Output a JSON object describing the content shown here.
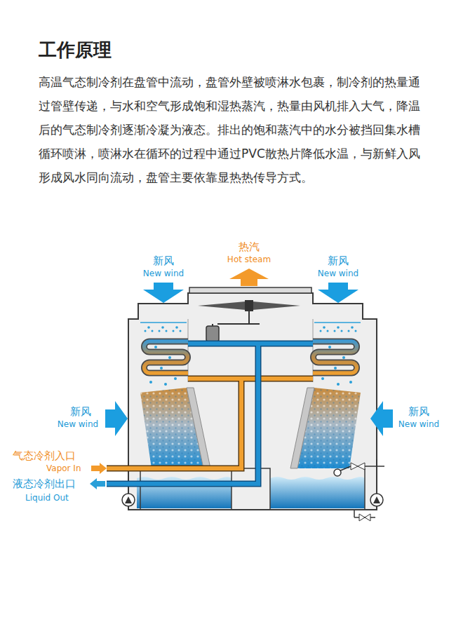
{
  "diagram": {
    "title": "工作原理",
    "labels": [
      "高温气态制冷剂在盘管中流动，盘管外壁被喷淋水包裹，制冷剂的热量通过管壁传递，与水和空气形成饱和湿热蒸汽，热量由风机排入大气，降温后的气态制冷剂逐渐冷凝为液态。排出的饱和蒸汽中的水分被挡回集水槽循环喷淋，喷淋水在循环的过程中通过PVC散热片降低水温，与新鲜入风形成风水同向流动，盘管主要依靠显热热传导方式。",
      "热汽",
      "Hot steam",
      "新风",
      "New wind",
      "新风",
      "New wind",
      "新风",
      "New wind",
      "新风",
      "New wind",
      "气态冷剂入口",
      "Vapor In",
      "液态冷剂出口",
      "Liquid Out"
    ]
  }
}
